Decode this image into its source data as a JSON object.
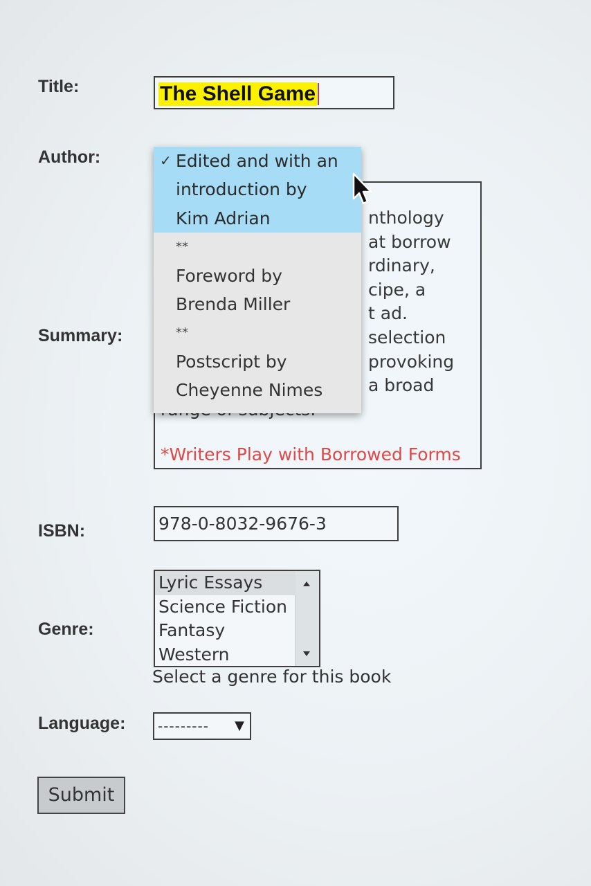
{
  "form": {
    "title_label": "Title:",
    "title_value": "The Shell Game",
    "author_label": "Author:",
    "summary_label": "Summary:",
    "isbn_label": "ISBN:",
    "genre_label": "Genre:",
    "language_label": "Language:"
  },
  "author_dropdown": {
    "checkmark": "✓",
    "options": [
      {
        "lines": [
          "Edited and with an",
          "introduction by",
          "Kim Adrian"
        ],
        "selected": true
      },
      {
        "lines": [
          "**"
        ],
        "selected": false
      },
      {
        "lines": [
          "Foreword by",
          "Brenda Miller"
        ],
        "selected": false
      },
      {
        "lines": [
          "**"
        ],
        "selected": false
      },
      {
        "lines": [
          "Postscript by",
          "Cheyenne Nimes"
        ],
        "selected": false
      }
    ],
    "selected_color": "#a7dcf6"
  },
  "summary": {
    "visible_lines": [
      "nthology",
      "at borrow",
      "rdinary,",
      "cipe, a",
      "t ad.",
      "selection",
      "provoking",
      "a broad",
      "range of subjects."
    ],
    "note": "*Writers Play with Borrowed Forms",
    "note_color": "#e04848"
  },
  "isbn": {
    "value": "978-0-8032-9676-3"
  },
  "genre": {
    "options": [
      "Lyric Essays",
      "Science Fiction",
      "Fantasy",
      "Western"
    ],
    "selected": "Lyric Essays",
    "help_text": "Select a genre for this book"
  },
  "language": {
    "value": "---------",
    "arrow": "▼"
  },
  "submit": {
    "label": "Submit"
  },
  "colors": {
    "title_highlight": "#fcf200",
    "caret": "#d43a3a"
  }
}
